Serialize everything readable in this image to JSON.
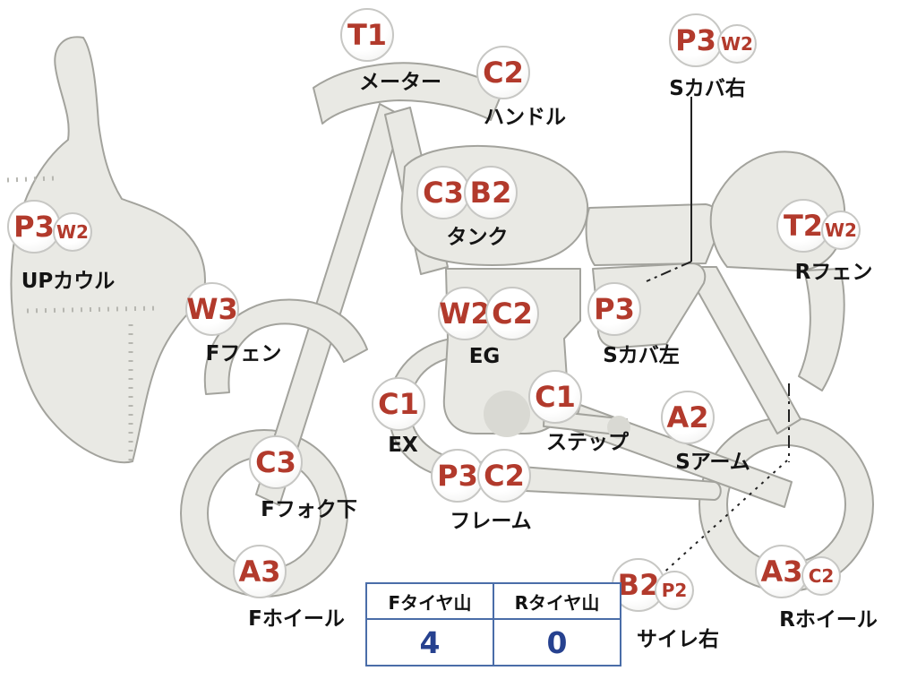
{
  "colors": {
    "grade_code_text": "#b23a2c",
    "tire_value_text": "#26418f",
    "table_border": "#4a6da8",
    "bike_fill": "#e9e9e4",
    "bike_stroke": "#a3a39d"
  },
  "parts": {
    "meter": {
      "code1": "T1",
      "label": "メーター"
    },
    "handle": {
      "code1": "C2",
      "label": "ハンドル"
    },
    "side_cover_right": {
      "code1": "P3",
      "code2": "W2",
      "label": "Sカバ右"
    },
    "tank": {
      "code1": "C3",
      "code2": "B2",
      "label": "タンク"
    },
    "rear_fender": {
      "code1": "T2",
      "code2": "W2",
      "label": "Rフェン"
    },
    "upper_cowl": {
      "code1": "P3",
      "code2": "W2",
      "label": "UPカウル"
    },
    "front_fender": {
      "code1": "W3",
      "label": "Fフェン"
    },
    "engine": {
      "code1": "W2",
      "code2": "C2",
      "label": "EG"
    },
    "side_cover_left": {
      "code1": "P3",
      "label": "Sカバ左"
    },
    "exhaust": {
      "code1": "C1",
      "label": "EX"
    },
    "step": {
      "code1": "C1",
      "label": "ステップ"
    },
    "swing_arm": {
      "code1": "A2",
      "label": "Sアーム"
    },
    "front_fork_lower": {
      "code1": "C3",
      "label": "Fフォク下"
    },
    "frame": {
      "code1": "P3",
      "code2": "C2",
      "label": "フレーム"
    },
    "front_wheel": {
      "code1": "A3",
      "label": "Fホイール"
    },
    "silencer_right": {
      "code1": "B2",
      "code2": "P2",
      "label": "サイレ右"
    },
    "rear_wheel": {
      "code1": "A3",
      "code2": "C2",
      "label": "Rホイール"
    }
  },
  "tire_table": {
    "front_header": "Fタイヤ山",
    "rear_header": "Rタイヤ山",
    "front_value": "4",
    "rear_value": "0"
  }
}
